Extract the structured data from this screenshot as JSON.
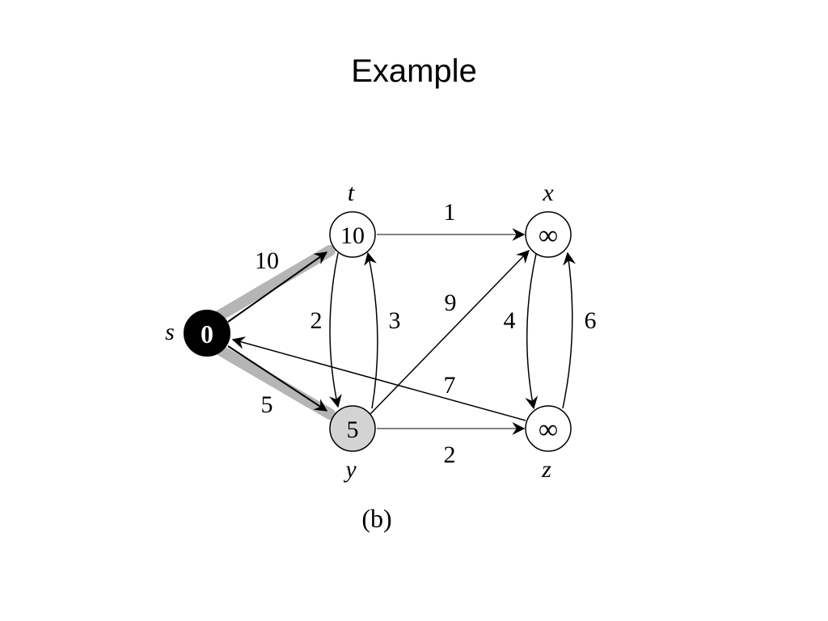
{
  "slide": {
    "title": "Example"
  },
  "diagram": {
    "caption": "(b)",
    "colors": {
      "source_fill": "#000000",
      "visited_fill": "#d3d3d3",
      "node_fill": "#ffffff",
      "highlight_edge": "#b5b5b5",
      "edge": "#000000",
      "edge_light": "#5a5a5a"
    },
    "nodes": {
      "s": {
        "label": "s",
        "value": "0"
      },
      "t": {
        "label": "t",
        "value": "10"
      },
      "x": {
        "label": "x",
        "value": "∞"
      },
      "y": {
        "label": "y",
        "value": "5"
      },
      "z": {
        "label": "z",
        "value": "∞"
      }
    },
    "edges": {
      "s_t": {
        "from": "s",
        "to": "t",
        "weight": "10"
      },
      "s_y": {
        "from": "s",
        "to": "y",
        "weight": "5"
      },
      "t_x": {
        "from": "t",
        "to": "x",
        "weight": "1"
      },
      "t_y": {
        "from": "t",
        "to": "y",
        "weight": "2"
      },
      "y_t": {
        "from": "y",
        "to": "t",
        "weight": "3"
      },
      "y_x": {
        "from": "y",
        "to": "x",
        "weight": "9"
      },
      "x_z": {
        "from": "x",
        "to": "z",
        "weight": "4"
      },
      "z_x": {
        "from": "z",
        "to": "x",
        "weight": "6"
      },
      "z_s": {
        "from": "z",
        "to": "s",
        "weight": "7"
      },
      "y_z": {
        "from": "y",
        "to": "z",
        "weight": "2"
      }
    }
  }
}
